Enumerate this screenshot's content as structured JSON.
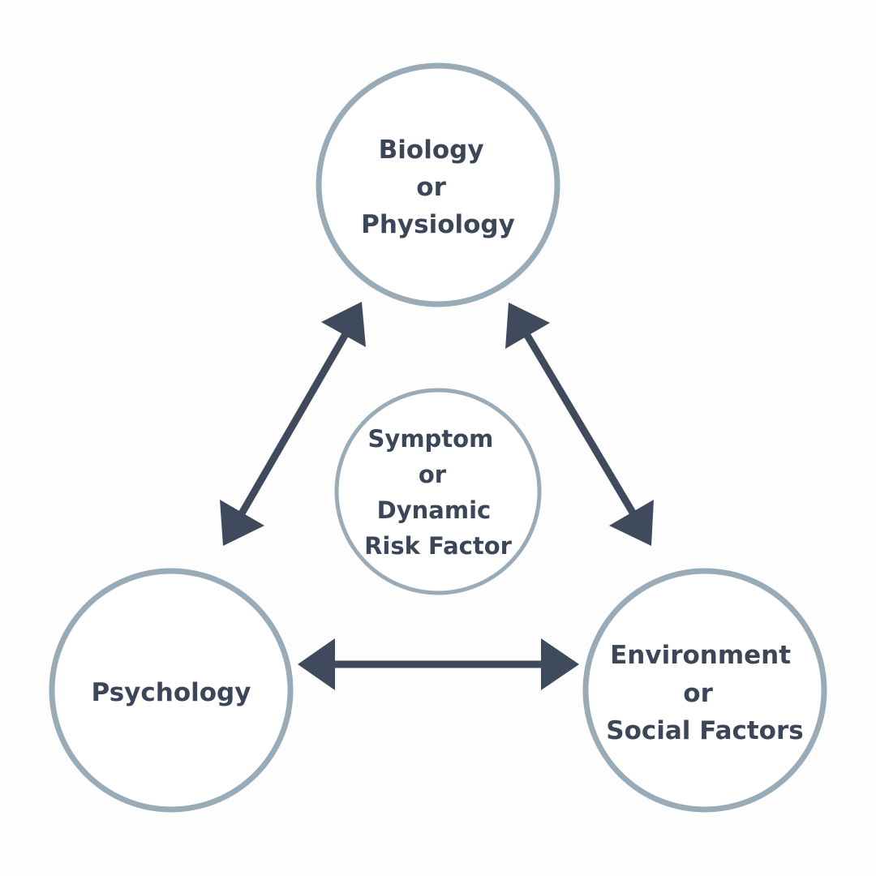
{
  "nodes": {
    "biology": {
      "lines": [
        "Biology",
        "or",
        "Physiology"
      ]
    },
    "psychology": {
      "lines": [
        "Psychology"
      ]
    },
    "environment": {
      "lines": [
        "Environment",
        "or",
        "Social Factors"
      ]
    },
    "center": {
      "lines": [
        "Symptom",
        "or",
        "Dynamic",
        "Risk Factor"
      ]
    }
  },
  "colors": {
    "circle_stroke": "#9aabb8",
    "text": "#3c4659",
    "arrow": "#3f4a5c",
    "background": "#fdfdfd"
  },
  "edges": [
    {
      "from": "biology",
      "to": "psychology",
      "type": "bidirectional"
    },
    {
      "from": "biology",
      "to": "environment",
      "type": "bidirectional"
    },
    {
      "from": "psychology",
      "to": "environment",
      "type": "bidirectional"
    }
  ]
}
